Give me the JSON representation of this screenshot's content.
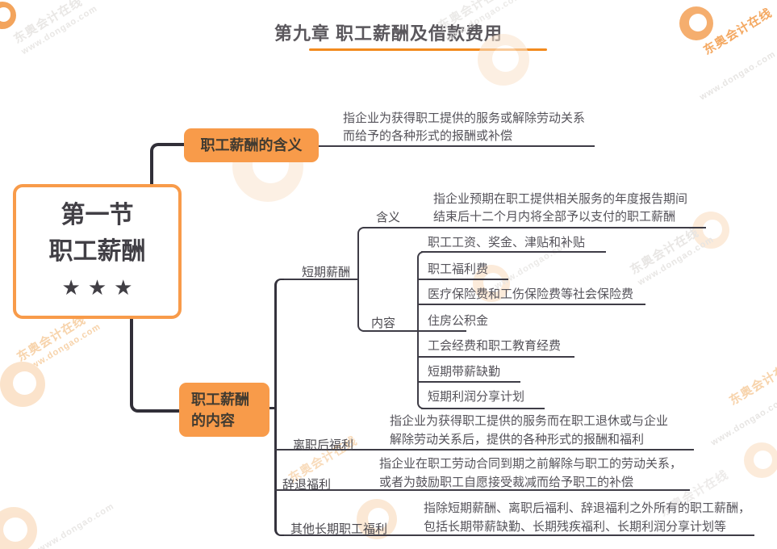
{
  "page": {
    "title": "第九章 职工薪酬及借款费用"
  },
  "colors": {
    "accent_orange": "#f89b4a",
    "title_rule_orange": "#f28a1e",
    "line_dark": "#34323c",
    "line_mid": "#3e3c46",
    "text_dark": "#4a484e"
  },
  "root": {
    "line1": "第一节",
    "line2": "职工薪酬",
    "stars": "★★★"
  },
  "meaning_branch": {
    "label": "职工薪酬的含义",
    "desc_line1": "指企业为获得职工提供的服务或解除劳动关系",
    "desc_line2": "而给予的各种形式的报酬或补偿"
  },
  "content_branch": {
    "label_line1": "职工薪酬",
    "label_line2": "的内容",
    "short_term": {
      "label": "短期薪酬",
      "meaning": {
        "label": "含义",
        "desc_line1": "指企业预期在职工提供相关服务的年度报告期间",
        "desc_line2": "结束后十二个月内将全部予以支付的职工薪酬"
      },
      "content": {
        "label": "内容",
        "items": [
          "职工工资、奖金、津贴和补贴",
          "职工福利费",
          "医疗保险费和工伤保险费等社会保险费",
          "住房公积金",
          "工会经费和职工教育经费",
          "短期带薪缺勤",
          "短期利润分享计划"
        ]
      }
    },
    "post_employment": {
      "label": "离职后福利",
      "desc_line1": "指企业为获得职工提供的服务而在职工退休或与企业",
      "desc_line2": "解除劳动关系后，提供的各种形式的报酬和福利"
    },
    "termination": {
      "label": "辞退福利",
      "desc_line1": "指企业在职工劳动合同到期之前解除与职工的劳动关系，",
      "desc_line2": "或者为鼓励职工自愿接受裁减而给予职工的补偿"
    },
    "other_long_term": {
      "label": "其他长期职工福利",
      "desc_line1": "指除短期薪酬、离职后福利、辞退福利之外所有的职工薪酬，",
      "desc_line2": "包括长期带薪缺勤、长期残疾福利、长期利润分享计划等"
    }
  },
  "watermark": {
    "brand": "东奥会计在线",
    "url": "www.dongao.com"
  }
}
